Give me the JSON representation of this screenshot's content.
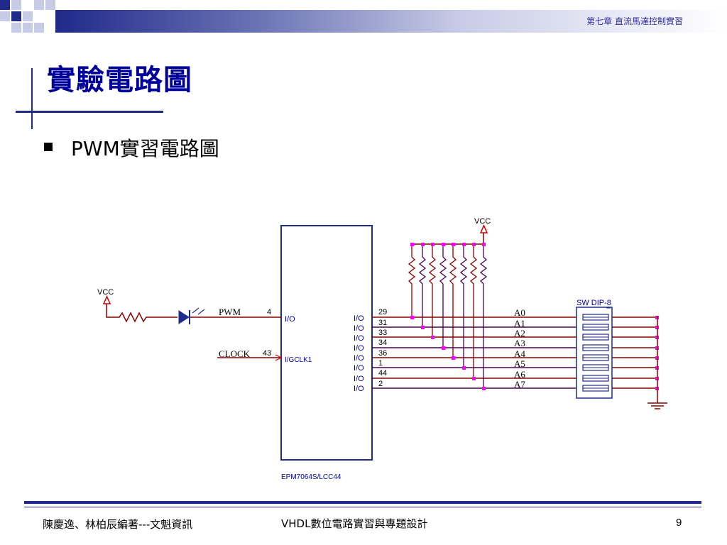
{
  "header": {
    "chapter": "第七章  直流馬達控制實習",
    "title": "實驗電路圖"
  },
  "bullet": {
    "text": "PWM實習電路圖"
  },
  "circuit": {
    "vcc_left": "VCC",
    "vcc_top": "VCC",
    "pwm_label": "PWM",
    "pwm_pin": "4",
    "clock_label": "CLOCK",
    "clock_pin": "43",
    "chip_io_left": "I/O",
    "chip_gclk": "I/GCLK1",
    "chip_io_right": [
      "I/O",
      "I/O",
      "I/O",
      "I/O",
      "I/O",
      "I/O",
      "I/O",
      "I/O"
    ],
    "pins_right": [
      "29",
      "31",
      "33",
      "34",
      "36",
      "1",
      "44",
      "2"
    ],
    "nets": [
      "A0",
      "A1",
      "A2",
      "A3",
      "A4",
      "A5",
      "A6",
      "A7"
    ],
    "switch_label": "SW DIP-8",
    "chip_name": "EPM7064S/LCC44"
  },
  "footer": {
    "left": "陳慶逸、林柏辰編著---文魁資訊",
    "center": "VHDL數位電路實習與專題設計",
    "page": "9"
  },
  "colors": {
    "accent": "#1f2a8a",
    "title": "#00009a",
    "wire_red": "#8b0000",
    "wire_purple": "#4b0057",
    "junction": "#ff00ff"
  }
}
